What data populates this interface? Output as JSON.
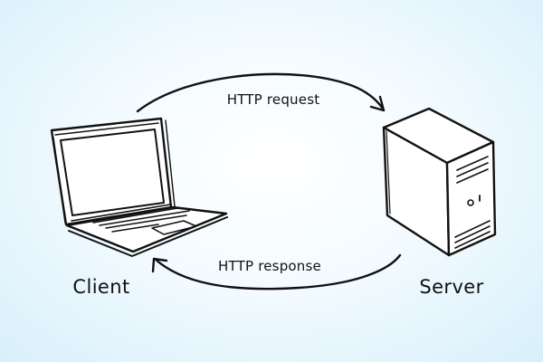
{
  "diagram": {
    "nodes": [
      {
        "id": "client",
        "label": "Client",
        "icon": "laptop-icon"
      },
      {
        "id": "server",
        "label": "Server",
        "icon": "server-tower-icon"
      }
    ],
    "edges": [
      {
        "from": "client",
        "to": "server",
        "label": "HTTP request",
        "icon": "arrow-right-icon"
      },
      {
        "from": "server",
        "to": "client",
        "label": "HTTP response",
        "icon": "arrow-left-icon"
      }
    ]
  },
  "colors": {
    "ink": "#111111",
    "background_center": "#ffffff",
    "background_edge": "#d9f0fb"
  }
}
